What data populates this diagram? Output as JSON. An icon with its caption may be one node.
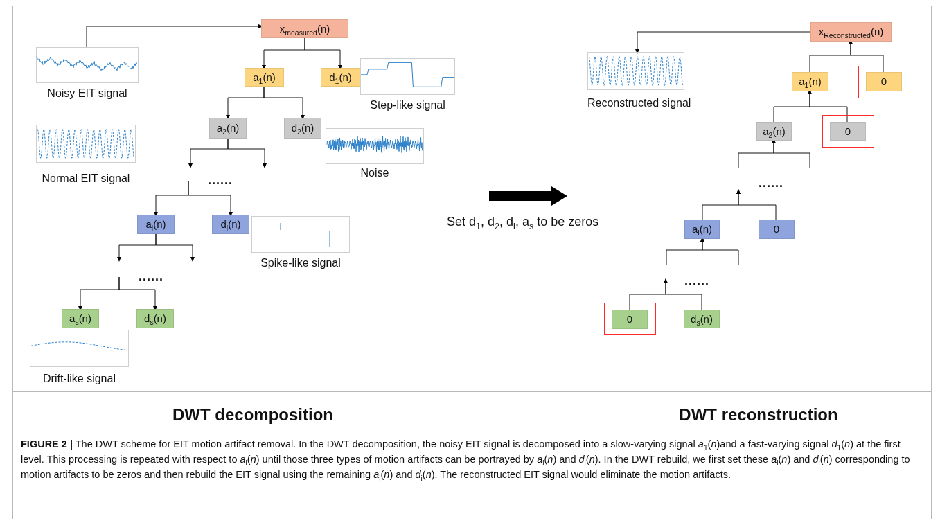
{
  "diagram": {
    "caption": "**FIGURE 2 |** The DWT scheme for EIT motion artifact removal. In the DWT decomposition, the noisy EIT signal is decomposed into a slow-varying signal *a*$_{1}$(*n*)and a fast-varying signal *d*$_{1}$(*n*) at the first level. This processing is repeated with respect to *a*$_{i}$(*n*) until those three types of motion artifacts can be portrayed by *a*$_{i}$(*n*) and *d*$_{i}$(*n*). In the DWT rebuild, we first set these *a*$_{i}$(*n*) and *d*$_{i}$(*n*) corresponding to motion artifacts to be zeros and then rebuild the EIT signal using the remaining *a*$_{i}$(*n*) and *d*$_{i}$(*n*). The reconstructed EIT signal would eliminate the motion artifacts.",
    "nodes": [
      {
        "text": [
          "x$_{measured}$(n)"
        ]
      },
      {
        "text": [],
        "shape": "picture",
        "beside": [
          "Noisy EIT signal"
        ]
      },
      {
        "text": [
          "a$_{1}$(n)"
        ]
      },
      {
        "text": [
          "d$_{1}$(n)"
        ]
      },
      {
        "text": [],
        "shape": "picture",
        "beside": [
          "Step-like signal"
        ]
      },
      {
        "text": [],
        "shape": "picture",
        "beside": [
          "Normal EIT signal"
        ]
      },
      {
        "text": [
          "a$_{2}$(n)"
        ]
      },
      {
        "text": [
          "d$_{2}$(n)"
        ]
      },
      {
        "text": [],
        "shape": "picture",
        "beside": [
          "Noise"
        ]
      },
      {
        "text": [
          "a$_{i}$(n)"
        ]
      },
      {
        "text": [
          "d$_{i}$(n)"
        ]
      },
      {
        "text": [],
        "shape": "picture",
        "beside": [
          "Spike-like signal"
        ]
      },
      {
        "text": [
          "a$_{s}$(n)"
        ]
      },
      {
        "text": [
          "d$_{s}$(n)"
        ]
      },
      {
        "text": [],
        "shape": "picture",
        "beside": [
          "Drift-like signal"
        ]
      },
      {
        "text": [],
        "shape": "arrow",
        "beside": [
          "Set d$_{1}$, d$_{2}$, d$_{i}$, a$_{s}$ to be zeros"
        ]
      },
      {
        "text": [
          "x$_{Reconstructed}$(n)"
        ]
      },
      {
        "text": [],
        "shape": "picture",
        "beside": [
          "Reconstructed signal"
        ]
      },
      {
        "text": [
          "a$_{1}$(n)"
        ]
      },
      {
        "text": [],
        "shape": "box"
      },
      {
        "text": [
          "0"
        ],
        "in": 19
      },
      {
        "text": [
          "a$_{2}$(n)"
        ]
      },
      {
        "text": [],
        "shape": "box"
      },
      {
        "text": [
          "0"
        ],
        "in": 22
      },
      {
        "text": [
          "a$_{i}$(n)"
        ]
      },
      {
        "text": [],
        "shape": "box"
      },
      {
        "text": [
          "0"
        ],
        "in": 25
      },
      {
        "text": [],
        "shape": "box"
      },
      {
        "text": [
          "0"
        ],
        "in": 27
      },
      {
        "text": [
          "d$_{s}$(n)"
        ]
      }
    ],
    "edges": [
      {
        "from": 1,
        "to": 0,
        "arrow": "to"
      },
      {
        "from": 0,
        "to": 2,
        "arrow": "to"
      },
      {
        "from": 0,
        "to": 3,
        "arrow": "to"
      },
      {
        "from": 2,
        "to": 6,
        "arrow": "to"
      },
      {
        "from": 2,
        "to": 7,
        "arrow": "to"
      },
      {
        "from": 6,
        "to": null,
        "arrow": "to"
      },
      {
        "from": 6,
        "to": null,
        "arrow": "to"
      },
      {
        "from": null,
        "to": 9,
        "arrow": "to"
      },
      {
        "from": null,
        "to": 10,
        "arrow": "to"
      },
      {
        "from": 9,
        "to": null,
        "arrow": "to"
      },
      {
        "from": 9,
        "to": null,
        "arrow": "to"
      },
      {
        "from": null,
        "to": 12,
        "arrow": "to"
      },
      {
        "from": null,
        "to": 13,
        "arrow": "to"
      },
      {
        "from": 16,
        "to": 17,
        "arrow": "to"
      },
      {
        "from": 18,
        "to": 16,
        "arrow": "to"
      },
      {
        "from": 20,
        "to": 16,
        "arrow": "to"
      },
      {
        "from": 21,
        "to": 18,
        "arrow": "to"
      },
      {
        "from": 23,
        "to": 18,
        "arrow": "to"
      },
      {
        "from": null,
        "to": 21,
        "arrow": "to"
      },
      {
        "from": null,
        "to": 21,
        "arrow": "to"
      },
      {
        "from": 24,
        "to": null,
        "arrow": "to"
      },
      {
        "from": null,
        "to": 24,
        "arrow": "to"
      },
      {
        "from": null,
        "to": 24,
        "arrow": "to"
      },
      {
        "from": 26,
        "to": null,
        "arrow": "to"
      },
      {
        "from": 28,
        "to": null,
        "arrow": "to"
      },
      {
        "from": 29,
        "to": null,
        "arrow": "to"
      }
    ],
    "labels": [
      "......",
      "......",
      "......",
      "......",
      "DWT decomposition",
      "DWT reconstruction"
    ]
  }
}
